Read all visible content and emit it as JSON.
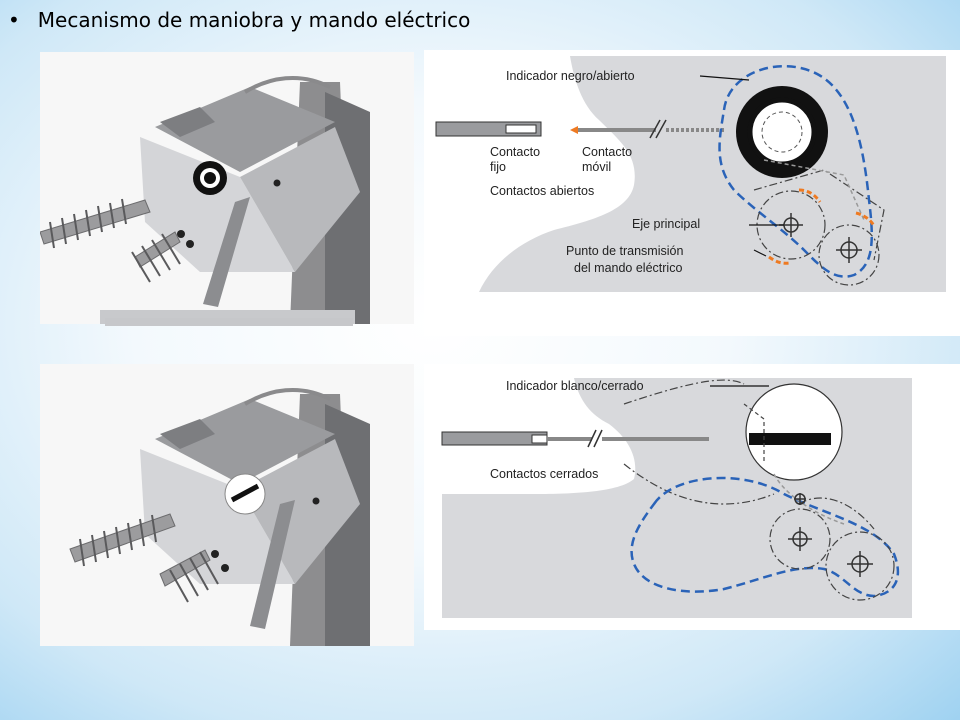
{
  "slide": {
    "title": "Mecanismo de maniobra y mando eléctrico"
  },
  "top_schematic": {
    "indicator_label": "Indicador negro/abierto",
    "fixed_contact_label_1": "Contacto",
    "fixed_contact_label_2": "fijo",
    "moving_contact_label_1": "Contacto",
    "moving_contact_label_2": "móvil",
    "state_label": "Contactos abiertos",
    "main_shaft_label": "Eje principal",
    "transmission_label_1": "Punto de transmisión",
    "transmission_label_2": "del mando eléctrico"
  },
  "bottom_schematic": {
    "indicator_label": "Indicador blanco/cerrado",
    "state_label": "Contactos cerrados"
  },
  "colors": {
    "blue_dash": "#2a63b8",
    "orange": "#ee7a22",
    "schematic_bg": "#d8d9dc"
  }
}
